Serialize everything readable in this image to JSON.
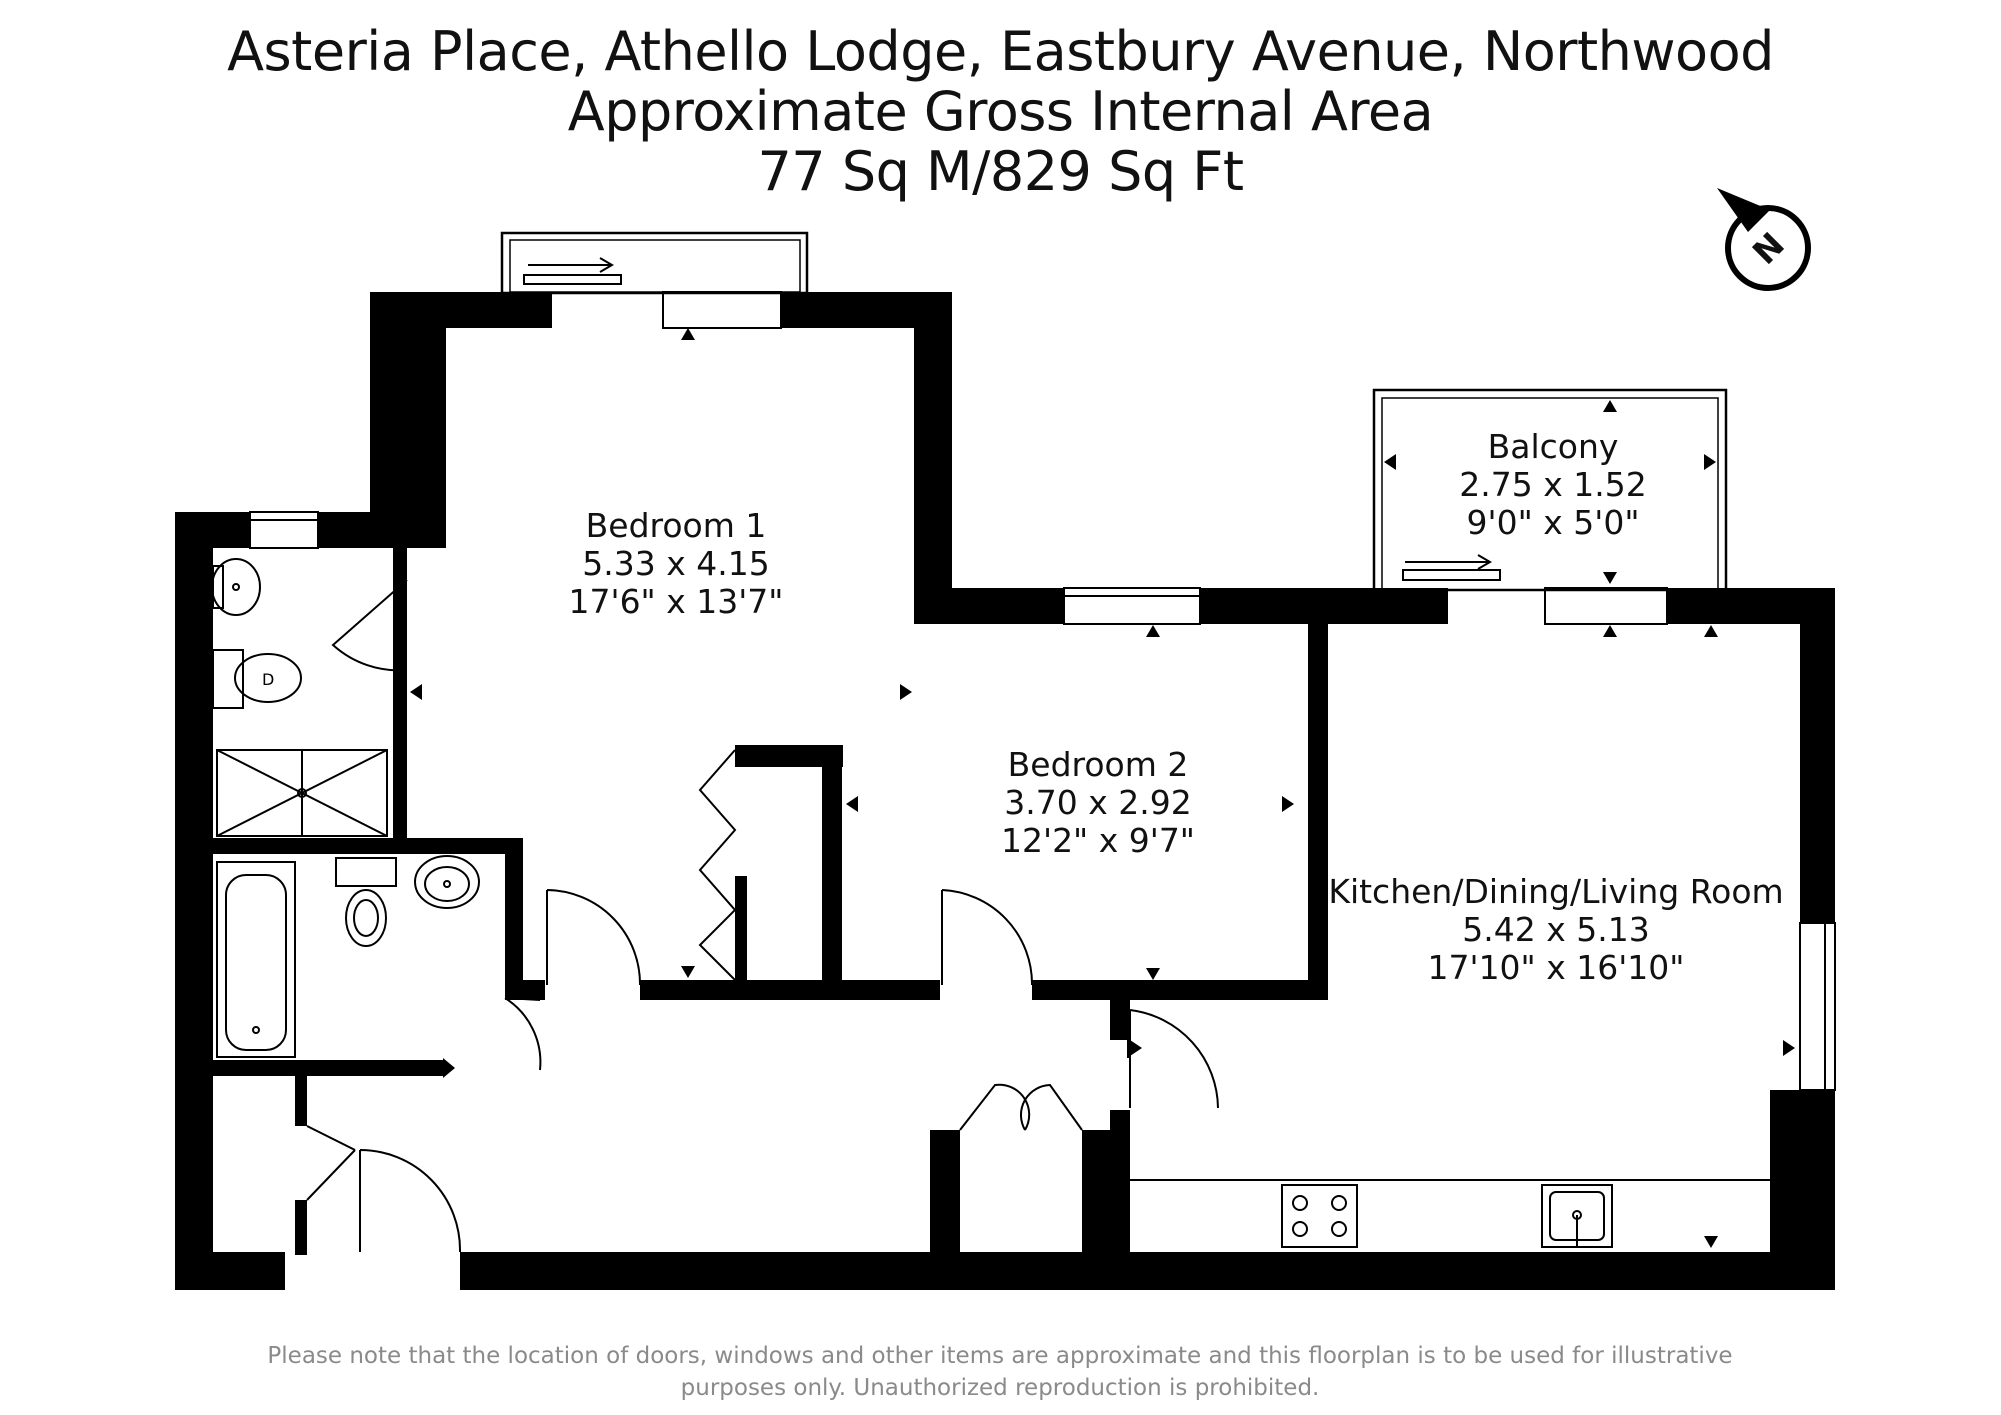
{
  "header": {
    "title_line1": "Asteria Place, Athello Lodge, Eastbury Avenue, Northwood",
    "title_line2": "Approximate Gross Internal Area",
    "title_line3": "77 Sq M/829 Sq Ft"
  },
  "compass": {
    "label": "N",
    "icon": "north-arrow-icon"
  },
  "rooms": {
    "bedroom1": {
      "name": "Bedroom 1",
      "metric": "5.33 x 4.15",
      "imperial": "17'6\" x 13'7\""
    },
    "bedroom2": {
      "name": "Bedroom 2",
      "metric": "3.70 x 2.92",
      "imperial": "12'2\" x 9'7\""
    },
    "balcony": {
      "name": "Balcony",
      "metric": "2.75 x 1.52",
      "imperial": "9'0\" x 5'0\""
    },
    "kitchen": {
      "name": "Kitchen/Dining/Living Room",
      "metric": "5.42 x 5.13",
      "imperial": "17'10\" x 16'10\""
    }
  },
  "footer": {
    "line1": "Please note that the location of doors, windows and other items are approximate and this floorplan is to be used for illustrative",
    "line2": "purposes only. Unauthorized reproduction is prohibited."
  },
  "colors": {
    "wall": "#000000",
    "text": "#111111",
    "note": "#8a8a8a",
    "background": "#ffffff"
  }
}
